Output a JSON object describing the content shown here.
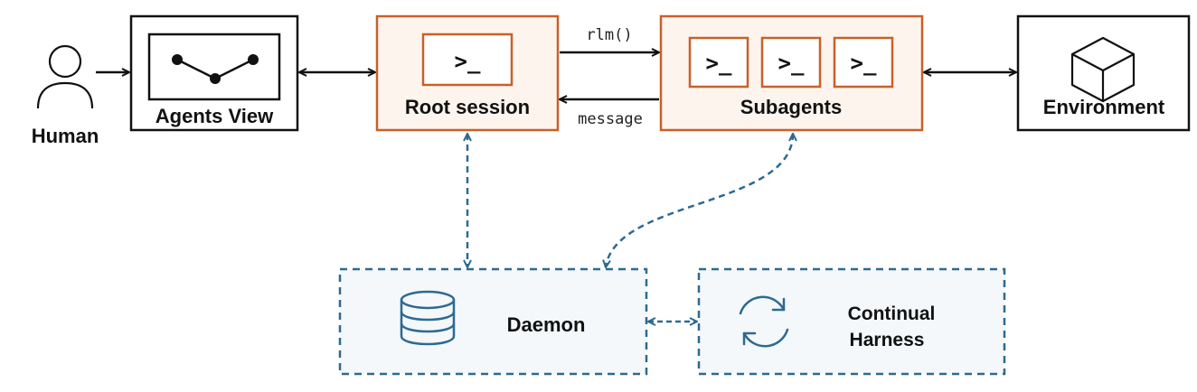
{
  "nodes": {
    "human": {
      "label": "Human"
    },
    "agents_view": {
      "label": "Agents View"
    },
    "root_session": {
      "label": "Root session",
      "prompt": ">_"
    },
    "subagents": {
      "label": "Subagents",
      "prompts": [
        ">_",
        ">_",
        ">_"
      ]
    },
    "environment": {
      "label": "Environment"
    },
    "daemon": {
      "label": "Daemon"
    },
    "continual_harness": {
      "label_line1": "Continual",
      "label_line2": "Harness"
    }
  },
  "edges": {
    "call_label": "rlm()",
    "return_label": "message"
  },
  "colors": {
    "orange": "#c8602a",
    "orange_fill": "#fdf4ee",
    "blue": "#2d6a91",
    "blue_fill": "#f4f8fb",
    "black": "#111111"
  }
}
